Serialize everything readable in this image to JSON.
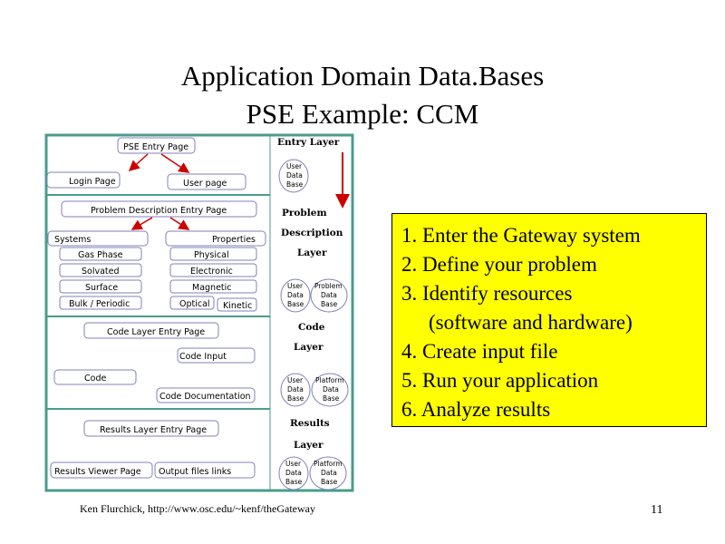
{
  "title": {
    "line1": "Application Domain Data.Bases",
    "line2": "PSE Example: CCM"
  },
  "diagram": {
    "layers": {
      "entry": "Entry Layer",
      "problem_1": "Problem",
      "problem_2": "Description",
      "problem_3": "Layer",
      "code_1": "Code",
      "code_2": "Layer",
      "results_1": "Results",
      "results_2": "Layer"
    },
    "databases": {
      "user_1": "User",
      "user_2": "Data",
      "user_3": "Base",
      "problem_1": "Problem",
      "problem_2": "Data",
      "problem_3": "Base",
      "platform_1": "Platform",
      "platform_2": "Data",
      "platform_3": "Base"
    },
    "boxes": {
      "pse_entry": "PSE Entry Page",
      "login": "Login Page",
      "user_page": "User page",
      "problem_entry": "Problem Description Entry Page",
      "systems": "Systems",
      "properties": "Properties",
      "gas_phase": "Gas Phase",
      "solvated": "Solvated",
      "surface": "Surface",
      "bulk": "Bulk / Periodic",
      "physical": "Physical",
      "electronic": "Electronic",
      "magnetic": "Magnetic",
      "optical": "Optical",
      "kinetic": "Kinetic",
      "code_entry": "Code Layer Entry Page",
      "code_input": "Code Input",
      "code": "Code",
      "code_doc": "Code Documentation",
      "results_entry": "Results Layer Entry Page",
      "results_viewer": "Results Viewer Page",
      "output_links": "Output files links"
    }
  },
  "steps": [
    "1. Enter the Gateway system",
    "2. Define your problem",
    "3. Identify resources",
    "(software and hardware)",
    "4. Create input file",
    "5. Run your application",
    "6. Analyze results"
  ],
  "footer": "Ken Flurchick, http://www.osc.edu/~kenf/theGateway",
  "page_number": "11",
  "colors": {
    "border": "#4a9c8c",
    "arrow": "#cc0000",
    "box_border": "#8080b8",
    "highlight": "#ffff00"
  }
}
